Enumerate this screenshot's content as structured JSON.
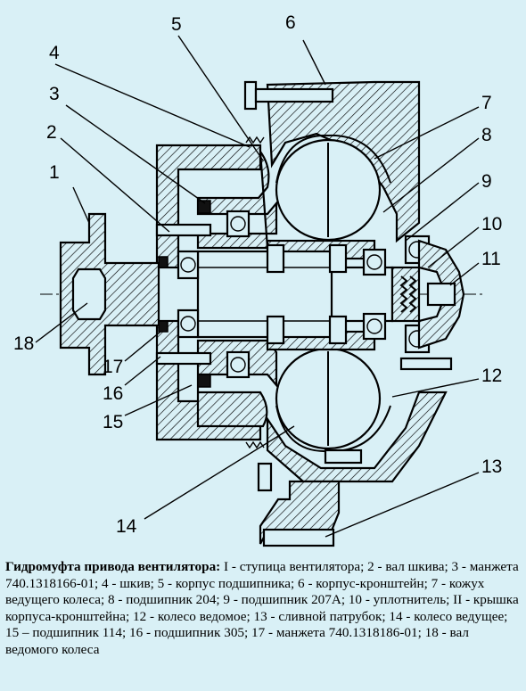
{
  "callouts": [
    {
      "id": "1",
      "text": "1"
    },
    {
      "id": "2",
      "text": "2"
    },
    {
      "id": "3",
      "text": "3"
    },
    {
      "id": "4",
      "text": "4"
    },
    {
      "id": "5",
      "text": "5"
    },
    {
      "id": "6",
      "text": "6"
    },
    {
      "id": "7",
      "text": "7"
    },
    {
      "id": "8",
      "text": "8"
    },
    {
      "id": "9",
      "text": "9"
    },
    {
      "id": "10",
      "text": "10"
    },
    {
      "id": "11",
      "text": "11"
    },
    {
      "id": "12",
      "text": "12"
    },
    {
      "id": "13",
      "text": "13"
    },
    {
      "id": "14",
      "text": "14"
    },
    {
      "id": "15",
      "text": "15"
    },
    {
      "id": "16",
      "text": "16"
    },
    {
      "id": "17",
      "text": "17"
    },
    {
      "id": "18",
      "text": "18"
    }
  ],
  "caption": {
    "title": "Гидромуфта привода вентилятора:",
    "text": " I - ступица вентилятора; 2 - вал шкива; 3 - манжета 740.1318166-01; 4 - шкив; 5 - корпус подшипника; 6 - корпус-кронштейн; 7 - кожух ведущего колеса; 8 - подшипник 204; 9 - подшипник 207А; 10 - уплотнитель; II - крышка корпуса-кронштейна; 12 - колесо ведомое; 13 - сливной патрубок; 14 - колесо ведущее; 15 – подшипник 114; 16 - подшипник 305; 17 - манжета 740.1318186-01; 18 - вал ведомого колеса"
  },
  "colors": {
    "background": "#d9f0f6",
    "ink": "#000000"
  }
}
